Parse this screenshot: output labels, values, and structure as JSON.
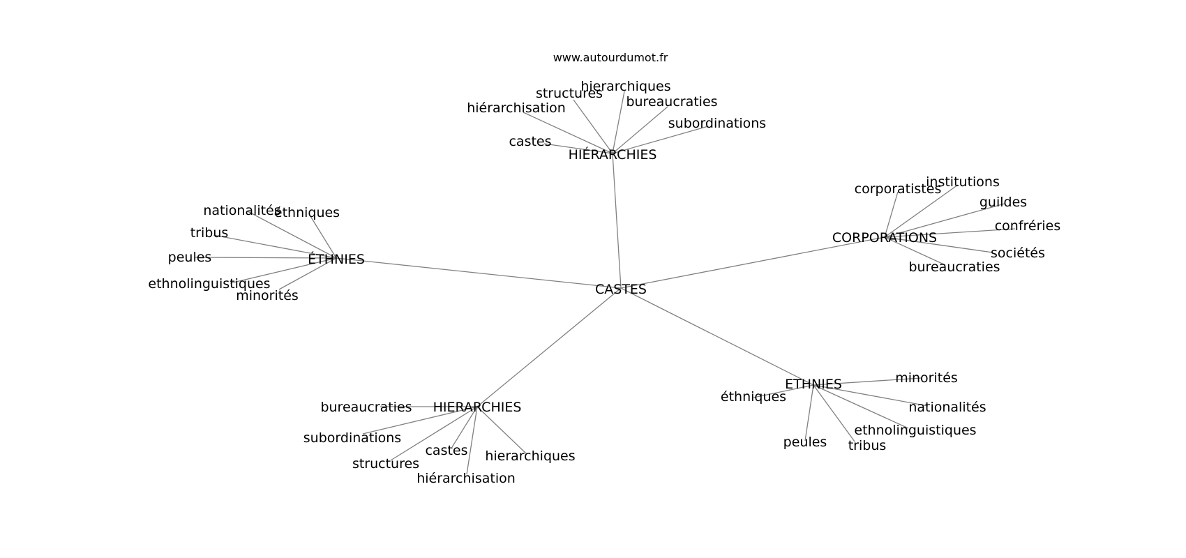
{
  "watermark": "www.autourdumot.fr",
  "graph": {
    "center": "CASTES",
    "groups": [
      {
        "label": "HIÉRARCHIES",
        "words": [
          "castes",
          "hiérarchisation",
          "structures",
          "hierarchiques",
          "bureaucraties",
          "subordinations"
        ]
      },
      {
        "label": "CORPORATIONS",
        "words": [
          "corporatistes",
          "institutions",
          "guildes",
          "confréries",
          "sociétés",
          "bureaucraties"
        ]
      },
      {
        "label": "ÉTHNIES",
        "words": [
          "nationalités",
          "éthniques",
          "tribus",
          "peules",
          "ethnolinguistiques",
          "minorités"
        ]
      },
      {
        "label": "HIERARCHIES",
        "words": [
          "bureaucraties",
          "subordinations",
          "structures",
          "castes",
          "hiérarchisation",
          "hierarchiques"
        ]
      },
      {
        "label": "ETHNIES",
        "words": [
          "éthniques",
          "minorités",
          "nationalités",
          "ethnolinguistiques",
          "peules",
          "tribus"
        ]
      }
    ]
  }
}
